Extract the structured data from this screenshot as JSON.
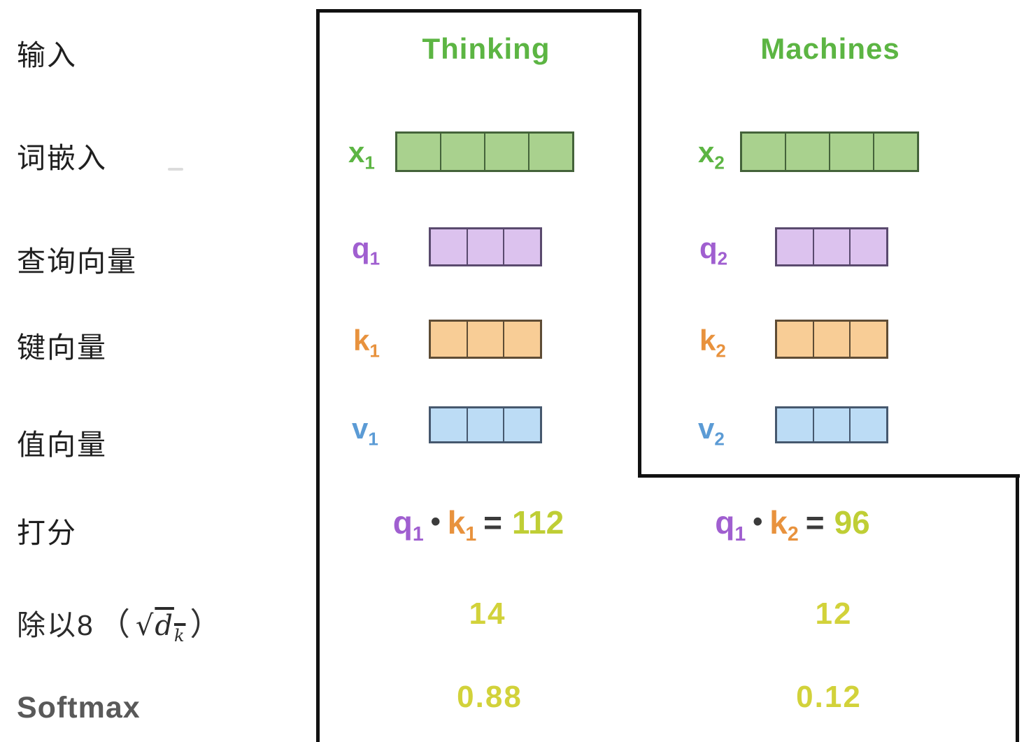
{
  "diagram": {
    "row_labels": {
      "input": "输入",
      "embedding": "词嵌入",
      "query": "查询向量",
      "key": "键向量",
      "value": "值向量",
      "score": "打分",
      "divide_text": "除以8",
      "divide_open": "（",
      "sqrt_sign": "√",
      "sqrt_base": "d",
      "sqrt_sub": "k",
      "divide_close": "）",
      "softmax": "Softmax"
    },
    "columns": [
      {
        "title": "Thinking",
        "x": {
          "base": "x",
          "sub": "1",
          "cells": 4
        },
        "q": {
          "base": "q",
          "sub": "1",
          "cells": 3
        },
        "k": {
          "base": "k",
          "sub": "1",
          "cells": 3
        },
        "v": {
          "base": "v",
          "sub": "1",
          "cells": 3
        },
        "score": {
          "q_base": "q",
          "q_sub": "1",
          "dot": "•",
          "k_base": "k",
          "k_sub": "1",
          "equals": "=",
          "value": "112"
        },
        "divided_by_8": "14",
        "softmax": "0.88"
      },
      {
        "title": "Machines",
        "x": {
          "base": "x",
          "sub": "2",
          "cells": 4
        },
        "q": {
          "base": "q",
          "sub": "2",
          "cells": 3
        },
        "k": {
          "base": "k",
          "sub": "2",
          "cells": 3
        },
        "v": {
          "base": "v",
          "sub": "2",
          "cells": 3
        },
        "score": {
          "q_base": "q",
          "q_sub": "1",
          "dot": "•",
          "k_base": "k",
          "k_sub": "2",
          "equals": "=",
          "value": "96"
        },
        "divided_by_8": "12",
        "softmax": "0.12"
      }
    ],
    "colors": {
      "title_green": "#5cb543",
      "x_fill": "#a9d18e",
      "x_border": "#44633a",
      "q_label": "#a05fd0",
      "q_fill": "#dcc2ee",
      "q_border": "#5a4a6e",
      "k_label": "#e8923d",
      "k_fill": "#f8cd96",
      "k_border": "#5e4c35",
      "v_label": "#5b9bd5",
      "v_fill": "#bcdcf5",
      "v_border": "#46586e",
      "score_value_yellow": "#bfce35",
      "result_yellow": "#d2d23a",
      "operator_gray": "#3b3b3b",
      "frame_black": "#111111",
      "label_text": "#1f1f1f",
      "softmax_gray": "#595959"
    }
  }
}
